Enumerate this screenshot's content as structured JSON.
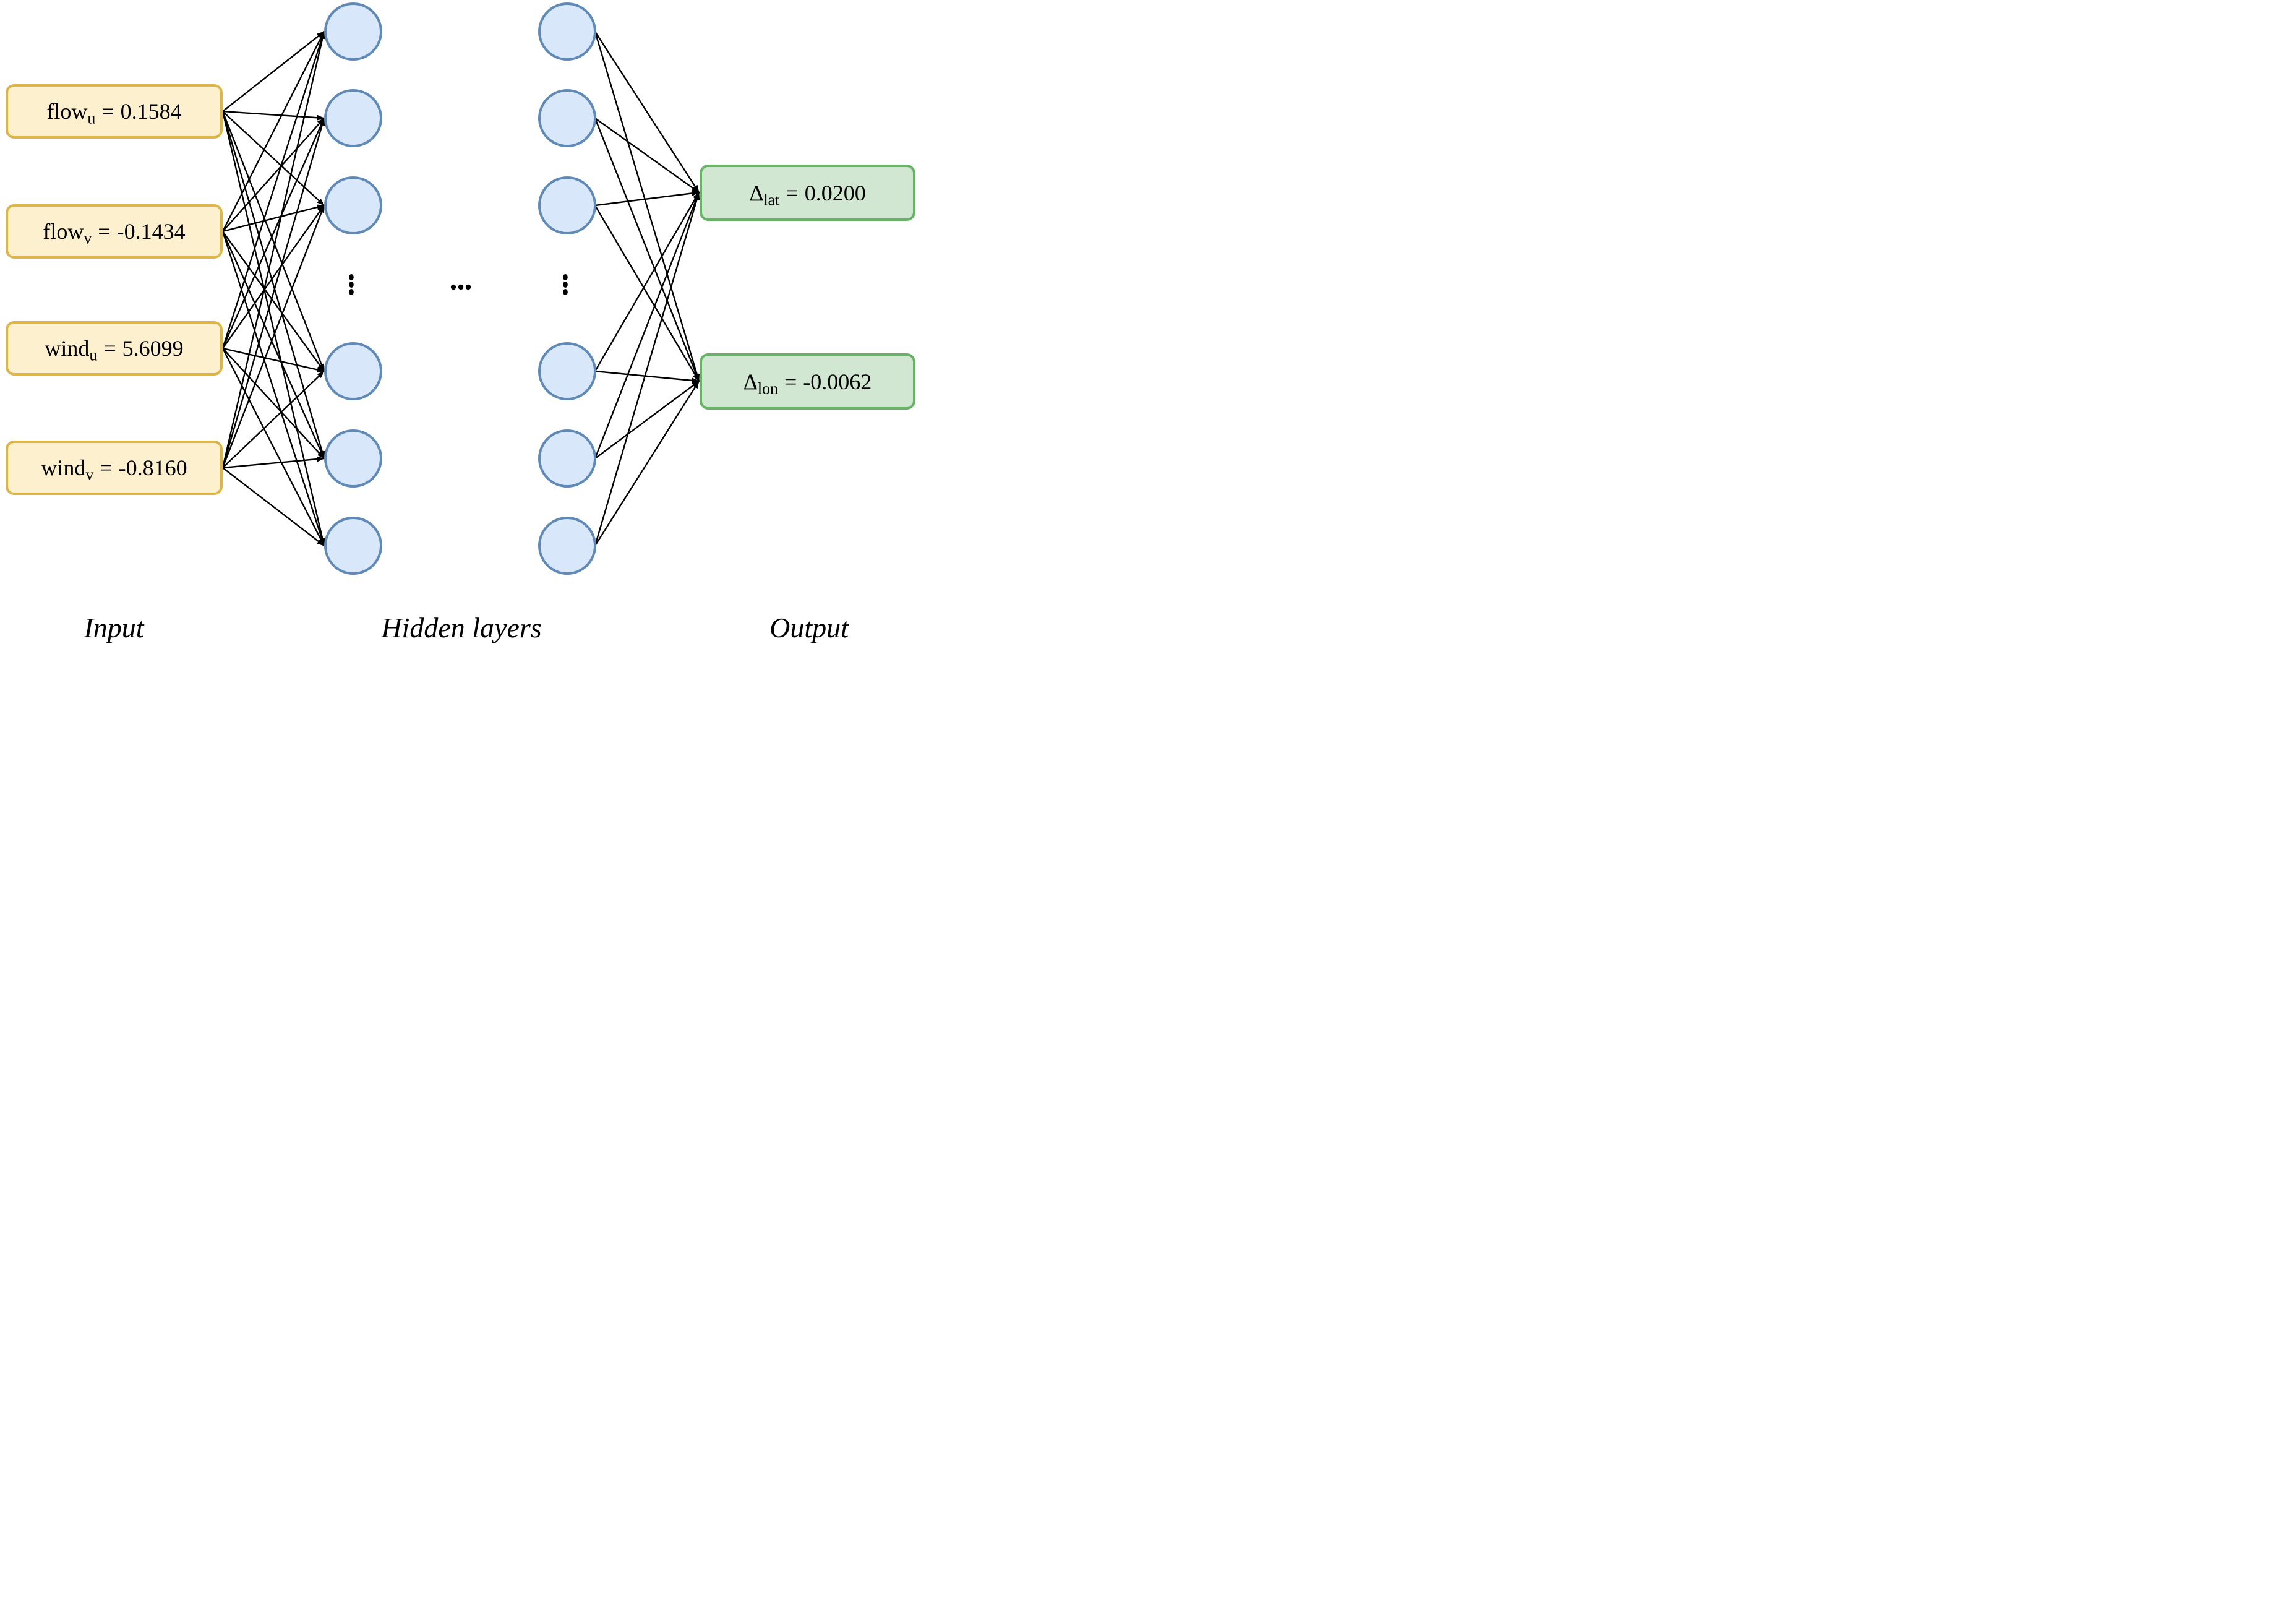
{
  "diagram": {
    "type": "neural-network",
    "section_labels": {
      "input": "Input",
      "hidden": "Hidden layers",
      "output": "Output"
    },
    "inputs": [
      {
        "name": "flow_u",
        "base": "flow",
        "sub": "u",
        "equals": "=",
        "value": "0.1584"
      },
      {
        "name": "flow_v",
        "base": "flow",
        "sub": "v",
        "equals": "=",
        "value": "-0.1434"
      },
      {
        "name": "wind_u",
        "base": "wind",
        "sub": "u",
        "equals": "=",
        "value": "5.6099"
      },
      {
        "name": "wind_v",
        "base": "wind",
        "sub": "v",
        "equals": "=",
        "value": "-0.8160"
      }
    ],
    "outputs": [
      {
        "name": "delta_lat",
        "base": "Δ",
        "sub": "lat",
        "equals": "=",
        "value": "0.0200"
      },
      {
        "name": "delta_lon",
        "base": "Δ",
        "sub": "lon",
        "equals": "=",
        "value": "-0.0062"
      }
    ],
    "hidden": {
      "columns_shown": 2,
      "visible_nodes_per_column": 6,
      "vertical_ellipsis": "⋮",
      "horizontal_ellipsis": "…"
    },
    "colors": {
      "input_fill": "#FCF0CE",
      "input_stroke": "#DEB548",
      "hidden_fill": "#D9E7FA",
      "hidden_stroke": "#5F8AB8",
      "output_fill": "#D1E7D1",
      "output_stroke": "#66B366",
      "line": "#000000"
    }
  }
}
